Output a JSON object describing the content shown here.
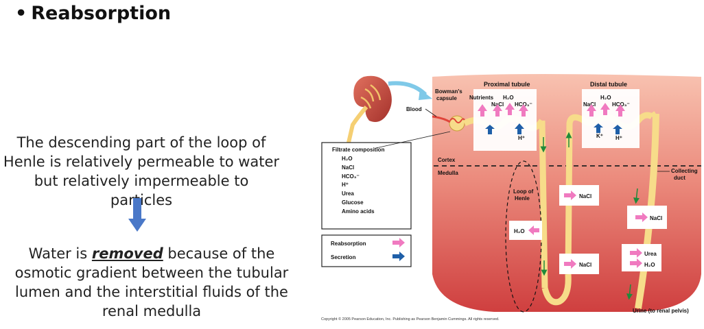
{
  "slide": {
    "bullet": "•",
    "heading": "Reabsorption",
    "paragraph1": "The descending part of the loop of Henle is relatively permeable to water but relatively impermeable to particles",
    "paragraph2_pre": "Water is ",
    "paragraph2_emph": "removed",
    "paragraph2_post": " because of the osmotic gradient between the tubular lumen and the interstitial fluids of the renal medulla"
  },
  "diagram": {
    "labels": {
      "proximal_tubule": "Proximal tubule",
      "distal_tubule": "Distal tubule",
      "bowmans_capsule_1": "Bowman's",
      "bowmans_capsule_2": "capsule",
      "blood": "Blood",
      "nutrients": "Nutrients",
      "h2o": "H₂O",
      "nacl": "NaCl",
      "hco3": "HCO₃⁻",
      "h_plus": "H⁺",
      "k_plus": "K⁺",
      "cortex": "Cortex",
      "medulla": "Medulla",
      "collecting_duct_1": "Collecting",
      "collecting_duct_2": "duct",
      "loop_of_henle_1": "Loop of",
      "loop_of_henle_2": "Henle",
      "urea": "Urea",
      "urine": "Urine (to renal pelvis)",
      "copyright": "Copyright © 2005 Pearson Education, Inc. Publishing as Pearson Benjamin Cummings. All rights reserved."
    },
    "filtrate": {
      "title": "Filtrate composition",
      "items": [
        "H₂O",
        "NaCl",
        "HCO₃⁻",
        "H⁺",
        "Urea",
        "Glucose",
        "Amino acids"
      ]
    },
    "legend": {
      "reabsorption": "Reabsorption",
      "secretion": "Secretion"
    },
    "colors": {
      "reabsorption_arrow": "#f07ac0",
      "secretion_arrow": "#1f5fa8",
      "tubule_fill": "#f7dc8a",
      "tissue_top": "#f6b8a6",
      "tissue_bottom": "#d44a44",
      "down_arrow": "#4a78c8"
    }
  }
}
